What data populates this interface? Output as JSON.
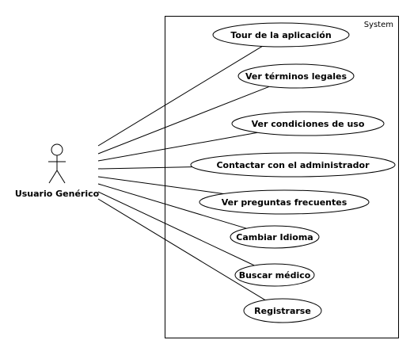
{
  "system": {
    "label": "System"
  },
  "actor": {
    "name": "Usuario Genérico",
    "icon": "stick-figure-icon"
  },
  "use_cases": [
    {
      "id": "tour",
      "label": "Tour de la aplicación"
    },
    {
      "id": "terminos",
      "label": "Ver términos legales"
    },
    {
      "id": "condiciones",
      "label": "Ver condiciones de uso"
    },
    {
      "id": "contactar",
      "label": "Contactar con el administrador"
    },
    {
      "id": "preguntas",
      "label": "Ver preguntas frecuentes"
    },
    {
      "id": "idioma",
      "label": "Cambiar Idioma"
    },
    {
      "id": "buscar",
      "label": "Buscar médico"
    },
    {
      "id": "registrarse",
      "label": "Registrarse"
    }
  ],
  "colors": {
    "line": "#000000",
    "background": "#ffffff"
  }
}
